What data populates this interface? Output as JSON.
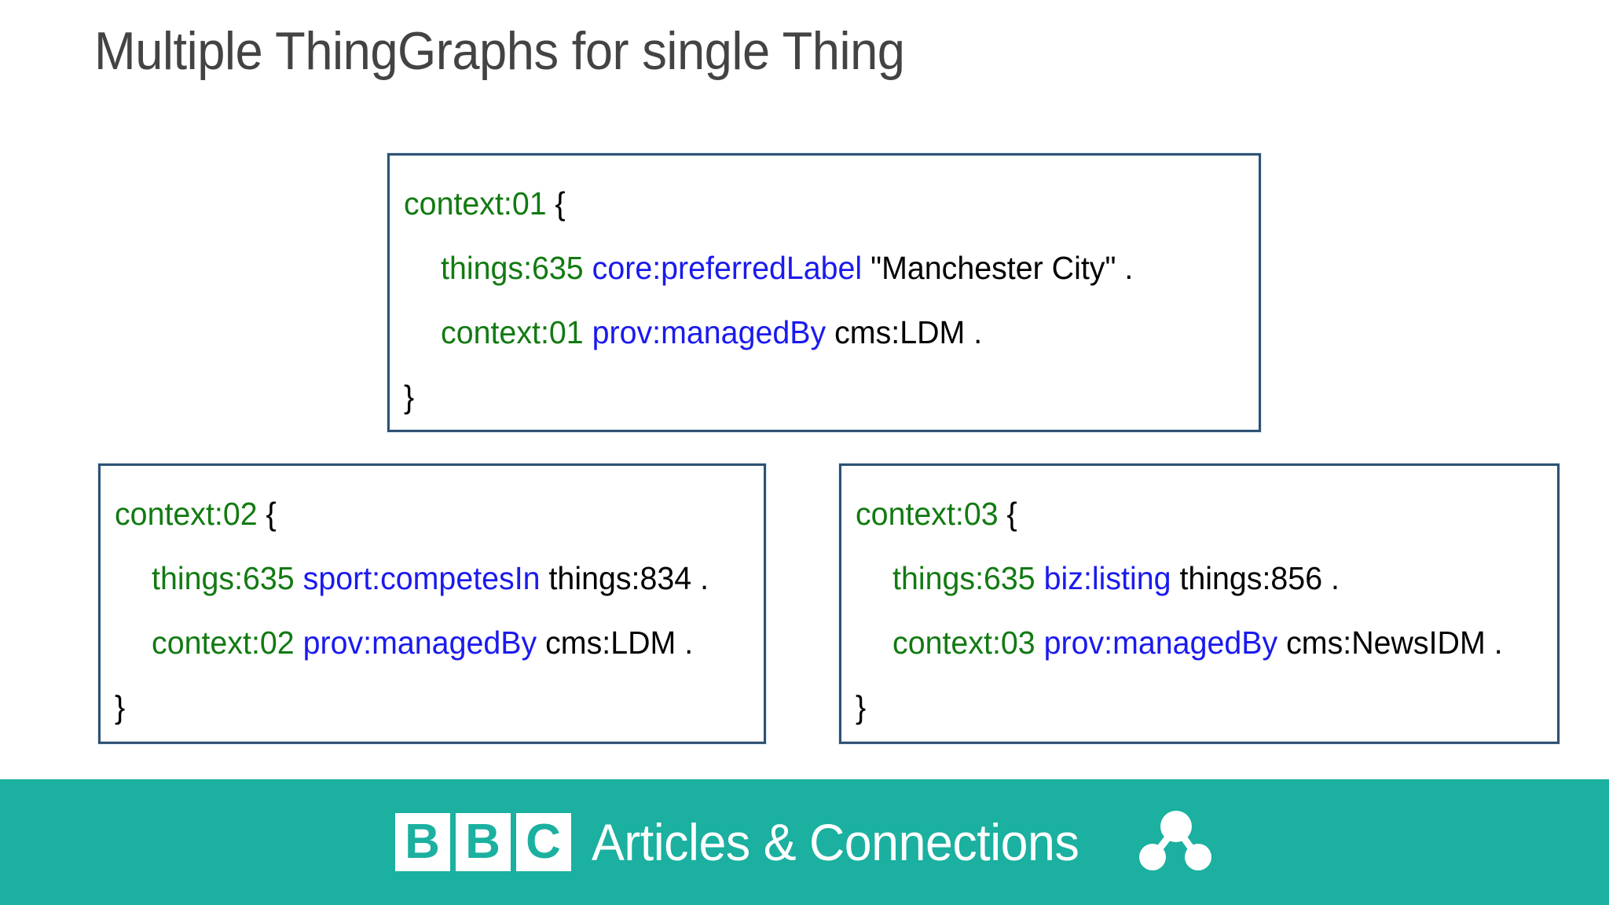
{
  "slide": {
    "title": "Multiple ThingGraphs for single Thing",
    "background_color": "#ffffff",
    "title_color": "#434343"
  },
  "colors": {
    "box_border": "#2e5173",
    "subject_green": "#127a12",
    "predicate_blue": "#1a1aee",
    "object_black": "#000000",
    "footer_teal": "#1bb0a0",
    "footer_text": "#ffffff"
  },
  "boxes": [
    {
      "id": "context-01",
      "position": "top-center",
      "lines": [
        {
          "indent": false,
          "tokens": [
            {
              "text": "context:01",
              "color": "green"
            },
            {
              "text": " {",
              "color": "black"
            }
          ]
        },
        {
          "indent": true,
          "tokens": [
            {
              "text": "things:635",
              "color": "green"
            },
            {
              "text": " ",
              "color": "black"
            },
            {
              "text": "core:preferredLabel",
              "color": "blue"
            },
            {
              "text": " \"Manchester City\" .",
              "color": "black"
            }
          ]
        },
        {
          "indent": true,
          "tokens": [
            {
              "text": "context:01",
              "color": "green"
            },
            {
              "text": " ",
              "color": "black"
            },
            {
              "text": "prov:managedBy",
              "color": "blue"
            },
            {
              "text": " cms:LDM .",
              "color": "black"
            }
          ]
        },
        {
          "indent": false,
          "tokens": [
            {
              "text": "}",
              "color": "black"
            }
          ]
        }
      ]
    },
    {
      "id": "context-02",
      "position": "bottom-left",
      "lines": [
        {
          "indent": false,
          "tokens": [
            {
              "text": "context:02",
              "color": "green"
            },
            {
              "text": " {",
              "color": "black"
            }
          ]
        },
        {
          "indent": true,
          "tokens": [
            {
              "text": "things:635",
              "color": "green"
            },
            {
              "text": " ",
              "color": "black"
            },
            {
              "text": "sport:competesIn",
              "color": "blue"
            },
            {
              "text": " things:834 .",
              "color": "black"
            }
          ]
        },
        {
          "indent": true,
          "tokens": [
            {
              "text": "context:02",
              "color": "green"
            },
            {
              "text": " ",
              "color": "black"
            },
            {
              "text": "prov:managedBy",
              "color": "blue"
            },
            {
              "text": " cms:LDM .",
              "color": "black"
            }
          ]
        },
        {
          "indent": false,
          "tokens": [
            {
              "text": "}",
              "color": "black"
            }
          ]
        }
      ]
    },
    {
      "id": "context-03",
      "position": "bottom-right",
      "lines": [
        {
          "indent": false,
          "tokens": [
            {
              "text": "context:03",
              "color": "green"
            },
            {
              "text": " {",
              "color": "black"
            }
          ]
        },
        {
          "indent": true,
          "tokens": [
            {
              "text": "things:635",
              "color": "green"
            },
            {
              "text": " ",
              "color": "black"
            },
            {
              "text": "biz:listing",
              "color": "blue"
            },
            {
              "text": " things:856 .",
              "color": "black"
            }
          ]
        },
        {
          "indent": true,
          "tokens": [
            {
              "text": "context:03",
              "color": "green"
            },
            {
              "text": " ",
              "color": "black"
            },
            {
              "text": "prov:managedBy",
              "color": "blue"
            },
            {
              "text": " cms:NewsIDM .",
              "color": "black"
            }
          ]
        },
        {
          "indent": false,
          "tokens": [
            {
              "text": "}",
              "color": "black"
            }
          ]
        }
      ]
    }
  ],
  "footer": {
    "logo_letters": [
      "B",
      "B",
      "C"
    ],
    "brand_text": "Articles & Connections",
    "icon": "graph-nodes-icon"
  }
}
